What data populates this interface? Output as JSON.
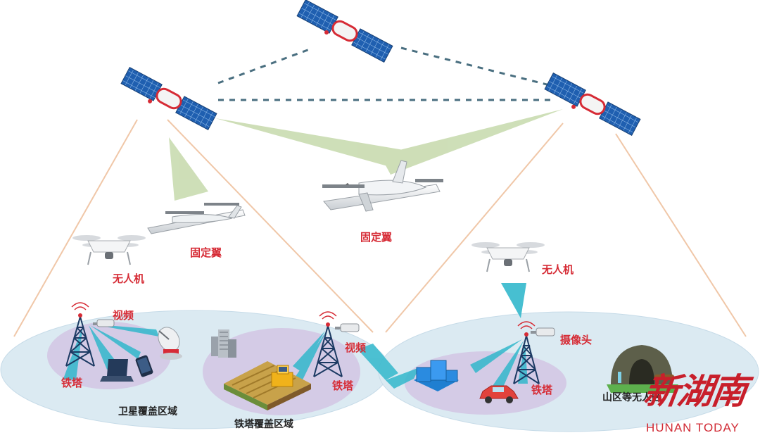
{
  "labels": {
    "fixed_wing_left": "固定翼",
    "fixed_wing_center": "固定翼",
    "drone_left": "无人机",
    "drone_right": "无人机",
    "video_left": "视频",
    "video_mid": "视频",
    "tower_left": "铁塔",
    "tower_mid": "铁塔",
    "tower_right": "铁塔",
    "camera": "摄像头",
    "satellite_area": "卫星覆盖区域",
    "tower_area": "铁塔覆盖区域",
    "mountain_area": "山区等无人区"
  },
  "brand": {
    "name_cn": "新湖南",
    "name_en": "HUNAN TODAY"
  },
  "colors": {
    "label_red": "#d62b35",
    "ellipse_fill": "#dbeaf2",
    "zone_fill": "#d4cbe6",
    "signal_beam": "#33b8cc",
    "uplink_green": "#c9dbb0",
    "satellite_link": "#4a6f80",
    "coverage_line": "#f0c7a8",
    "brand_red": "#c81f2b"
  },
  "icons": [
    "satellite-icon",
    "fixed-wing-uav-icon",
    "quadcopter-drone-icon",
    "lattice-tower-icon",
    "surveillance-camera-icon",
    "satellite-dish-icon",
    "laptop-icon",
    "phone-icon",
    "building-icon",
    "harvester-icon",
    "car-icon",
    "mountain-cave-icon"
  ]
}
